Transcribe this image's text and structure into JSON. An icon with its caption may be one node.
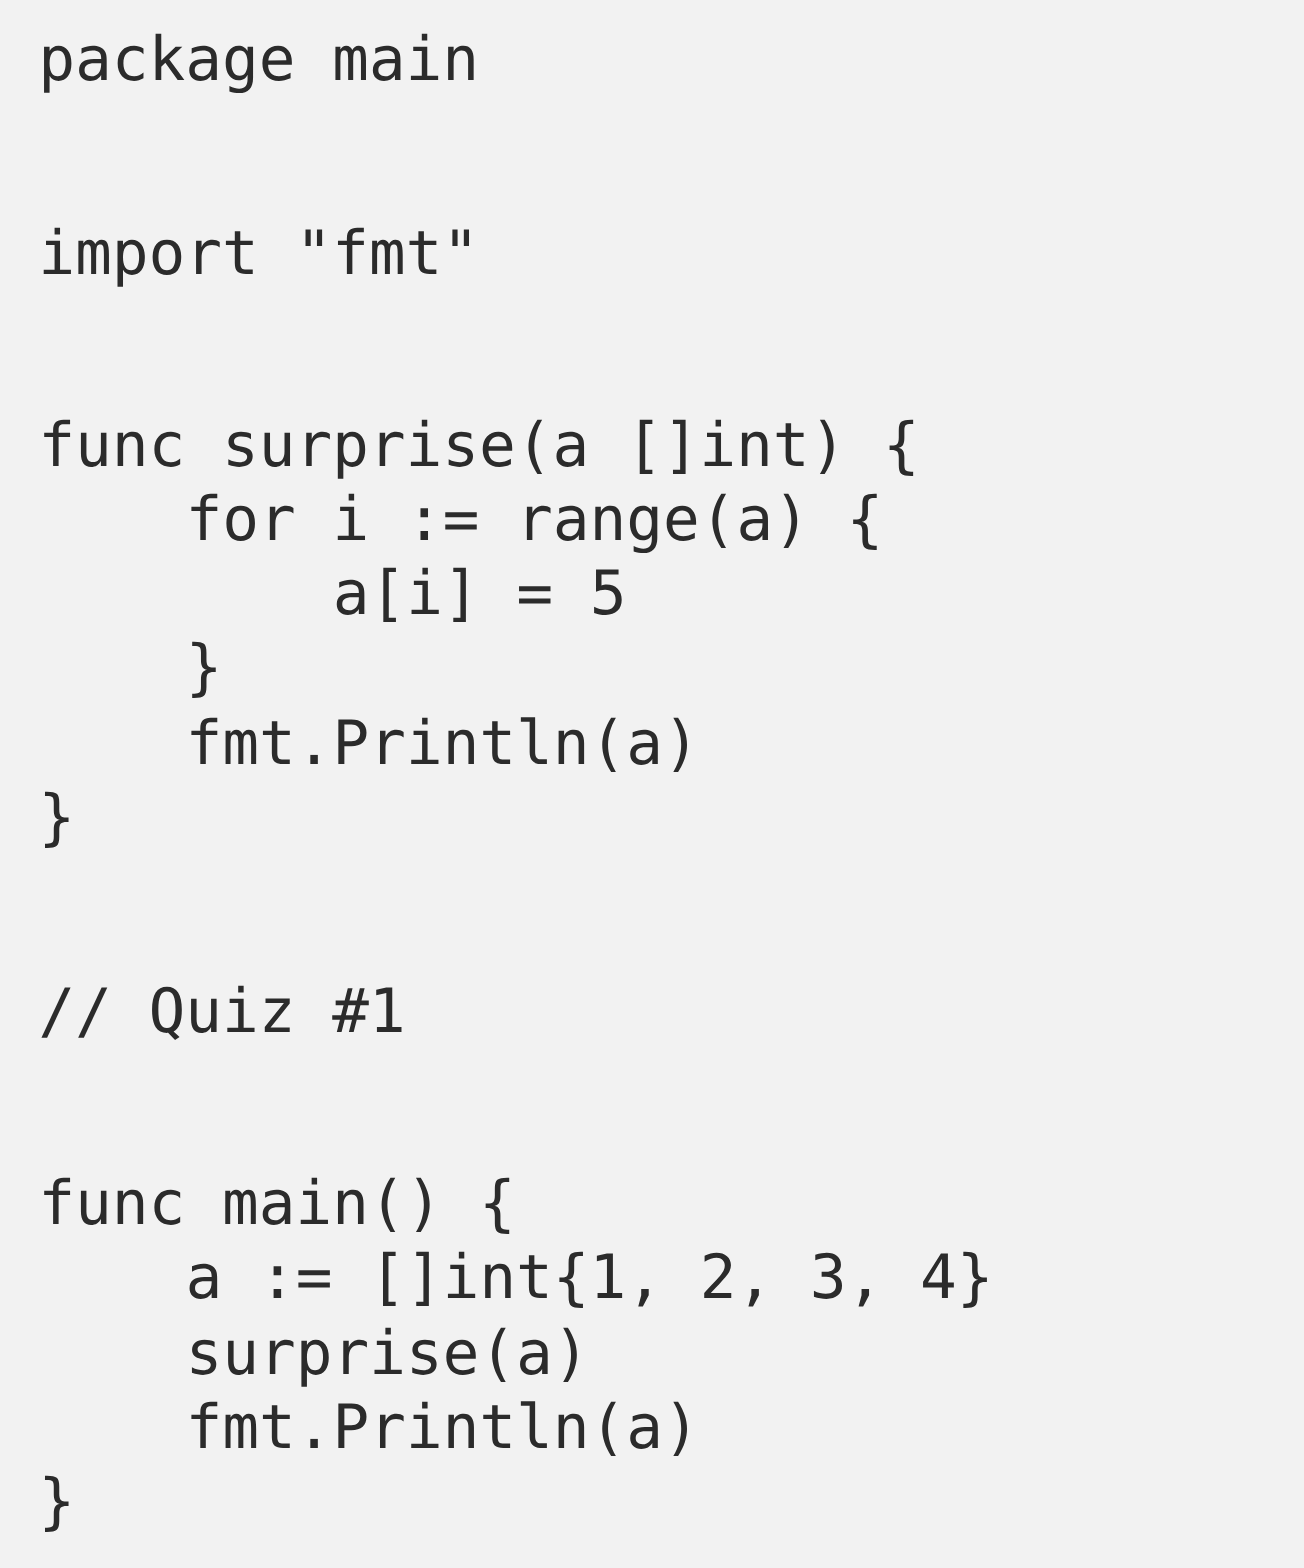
{
  "diagram": {
    "labels": [
      "package main",
      "import \"fmt\"",
      "func surprise(a []int) {",
      "for i := range(a) {",
      "a[i] = 5",
      "}",
      "fmt.Println(a)",
      "}",
      "// Quiz #1",
      "func main() {",
      "a := []int{1, 2, 3, 4}",
      "surprise(a)",
      "fmt.Println(a)",
      "}"
    ]
  }
}
